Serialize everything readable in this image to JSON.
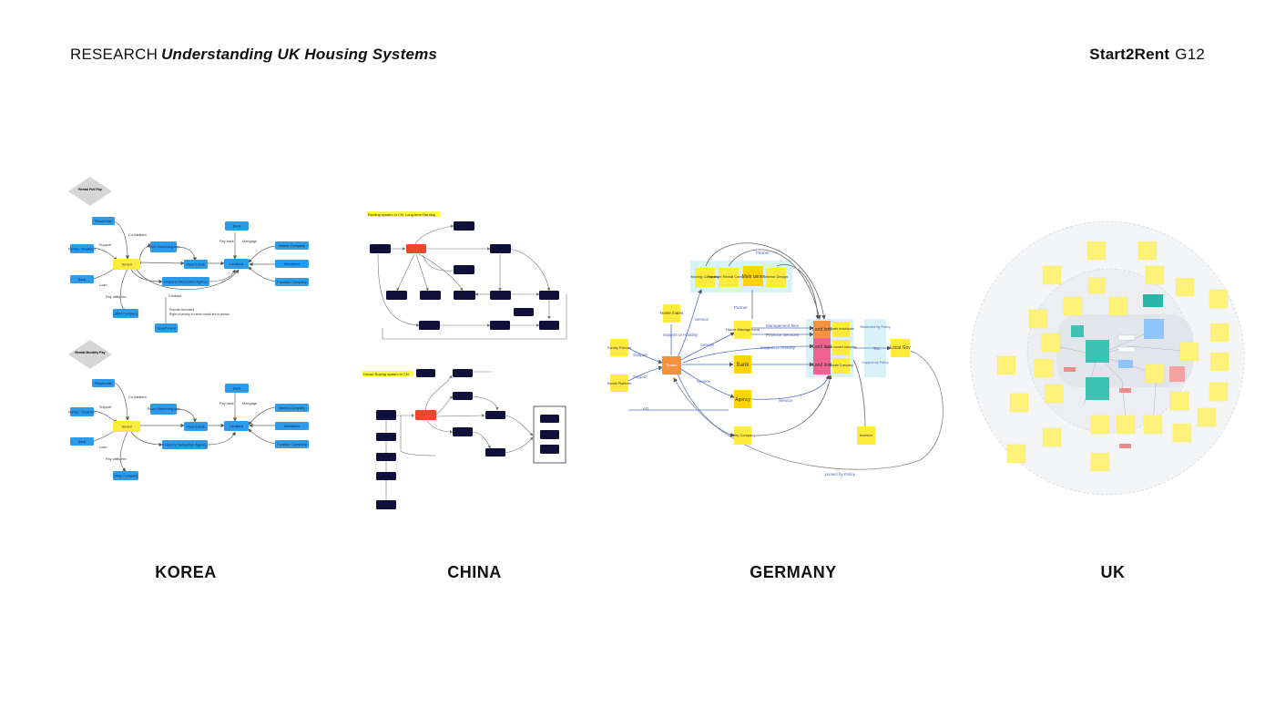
{
  "header": {
    "section": "RESEARCH",
    "title": "Understanding UK Housing Systems",
    "brand": "Start2Rent",
    "group": "G12"
  },
  "captions": {
    "korea": "KOREA",
    "china": "CHINA",
    "germany": "GERMANY",
    "uk": "UK"
  },
  "korea": {
    "diamond_top": "Rental Full Pay",
    "diamond_bottom": "Rental Monthly Pay",
    "nodes": {
      "roommate": "Roommate",
      "family": "Family / Relatives",
      "bank": "Bank",
      "tenant": "Tenant",
      "agent": "Room Searching App",
      "realestate": "Real Estate",
      "landlord": "Landlord",
      "bank2": "Bank",
      "interior": "Interior Company",
      "maintain": "Maintainer",
      "furniture": "Furniture Company",
      "propagency": "Property transaction Agency",
      "utility": "Utility Company",
      "government": "Government"
    },
    "edges": {
      "support": "Support",
      "loan": "Loan",
      "payutility": "Pay utility fee",
      "cohabitant": "Co-habitant",
      "payback": "Pay back",
      "mortgage": "Mortgage",
      "contract": "Contract"
    },
    "notes": [
      "Provide document",
      "Right of priority to return rental fee to tenant"
    ]
  },
  "china": {
    "title_top": "Renting system in CN: Long-term Renting",
    "title_bottom": "House Buying system in CN"
  },
  "germany": {
    "nodes": {
      "moving": "Moving Company",
      "furniture": "Furniture Rental Company",
      "maintainer": "Main tainer",
      "interior": "Interior Design",
      "homemates": "Home mates",
      "family": "Family Friends",
      "social": "Social Platform",
      "tenant": "Tenant",
      "housemgmt": "House Manage ment",
      "bank": "Bank",
      "agency": "Agency",
      "utility": "Utility Company",
      "landlord1": "Land lord",
      "landlord2": "Land lord",
      "landlord3": "Land lord",
      "private_ind": "Private Individuals",
      "state_owned": "State-owned company",
      "private_co": "Private Company",
      "restricted": "Restricted by Policy",
      "support_policy": "Support by Policy",
      "localgov": "Local Gov",
      "investor": "Investor"
    },
    "edges": {
      "partner_top": "Partner",
      "partner": "Partner",
      "mgmt_fees": "Management fees",
      "province": "Province Services",
      "support_hostility": "Support or Hostility",
      "support_or_hostility": "Support or Hostility",
      "support1": "Support",
      "support2": "Support",
      "service1": "Service",
      "service2": "Service",
      "service3": "Service",
      "service4": "Service",
      "ad": "AD",
      "tax": "Tax",
      "protect": "protect by Policy"
    }
  }
}
